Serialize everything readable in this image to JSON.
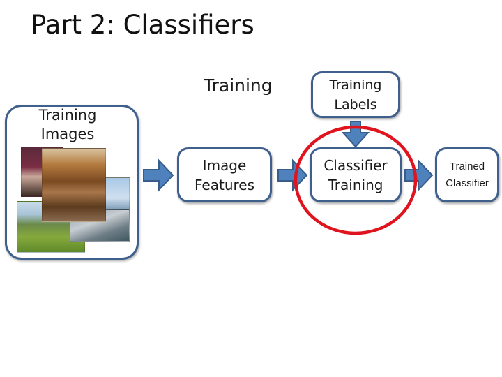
{
  "title": "Part 2: Classifiers",
  "stage_label": "Training",
  "nodes": {
    "training_images": {
      "line1": "Training",
      "line2": "Images"
    },
    "image_features": {
      "line1": "Image",
      "line2": "Features"
    },
    "training_labels": {
      "line1": "Training",
      "line2": "Labels"
    },
    "classifier_training": {
      "line1": "Classifier",
      "line2": "Training"
    },
    "trained_classifier": {
      "line1": "Trained",
      "line2": "Classifier"
    }
  },
  "colors": {
    "box_border": "#3f5f8c",
    "arrow_fill": "#4f81bd",
    "arrow_stroke": "#385d8a",
    "highlight_circle": "#e0141e"
  },
  "icons": [
    "arrow-right-icon",
    "arrow-down-icon"
  ],
  "highlight": "classifier_training"
}
